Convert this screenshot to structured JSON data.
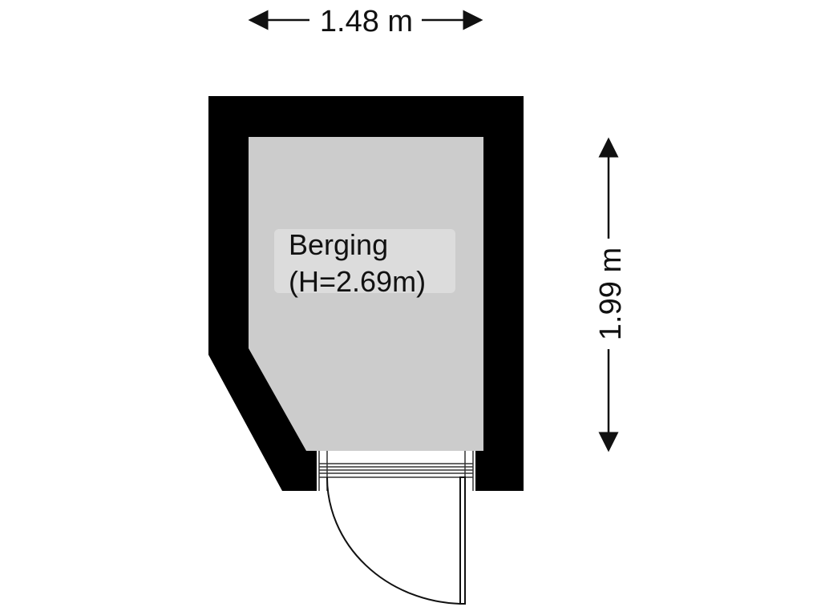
{
  "plan": {
    "room": {
      "name": "Berging",
      "height_label": "(H=2.69m)"
    },
    "dimensions": {
      "width": "1.48 m",
      "depth": "1.99 m"
    },
    "colors": {
      "wall": "#000000",
      "floor": "#cccccc",
      "label_bg": "#dcdcdc",
      "text": "#111111",
      "background": "#ffffff"
    }
  }
}
